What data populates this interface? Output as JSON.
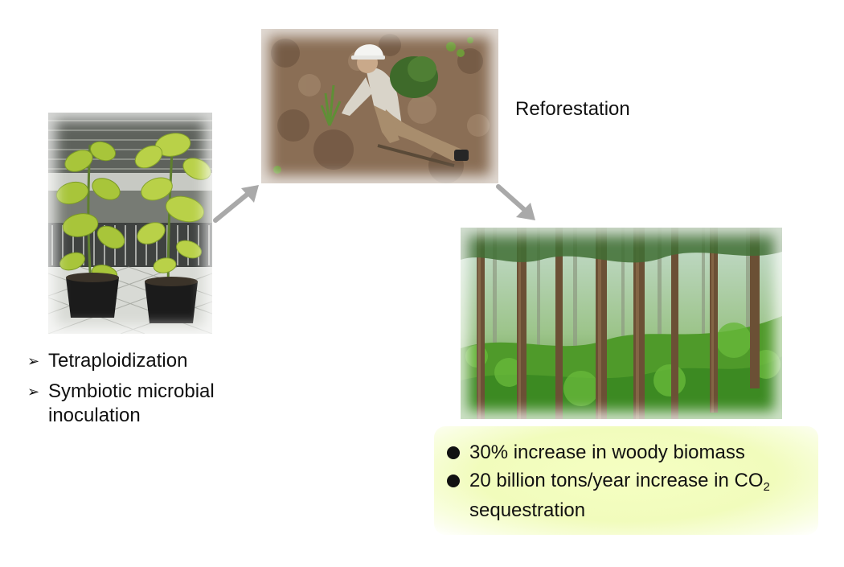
{
  "photos": {
    "seedlings": "seedlings in pots (photo)",
    "reforestation": "worker planting seedling on slope (photo)",
    "forest": "tall cedar forest (photo)"
  },
  "labels": {
    "reforestation": "Reforestation"
  },
  "left_list": {
    "bullet_icon": "arrowhead-bullet",
    "items": [
      "Tetraploidization",
      "Symbiotic microbial inoculation"
    ]
  },
  "right_list": {
    "bullet_icon": "filled-circle-bullet",
    "item1": "30% increase in woody biomass",
    "item2_prefix": "20 billion tons/year increase in CO",
    "item2_sub": "2",
    "item2_suffix": "sequestration"
  },
  "colors": {
    "arrow": "#a9a9a9",
    "highlight_box": "#f2fcbd"
  }
}
